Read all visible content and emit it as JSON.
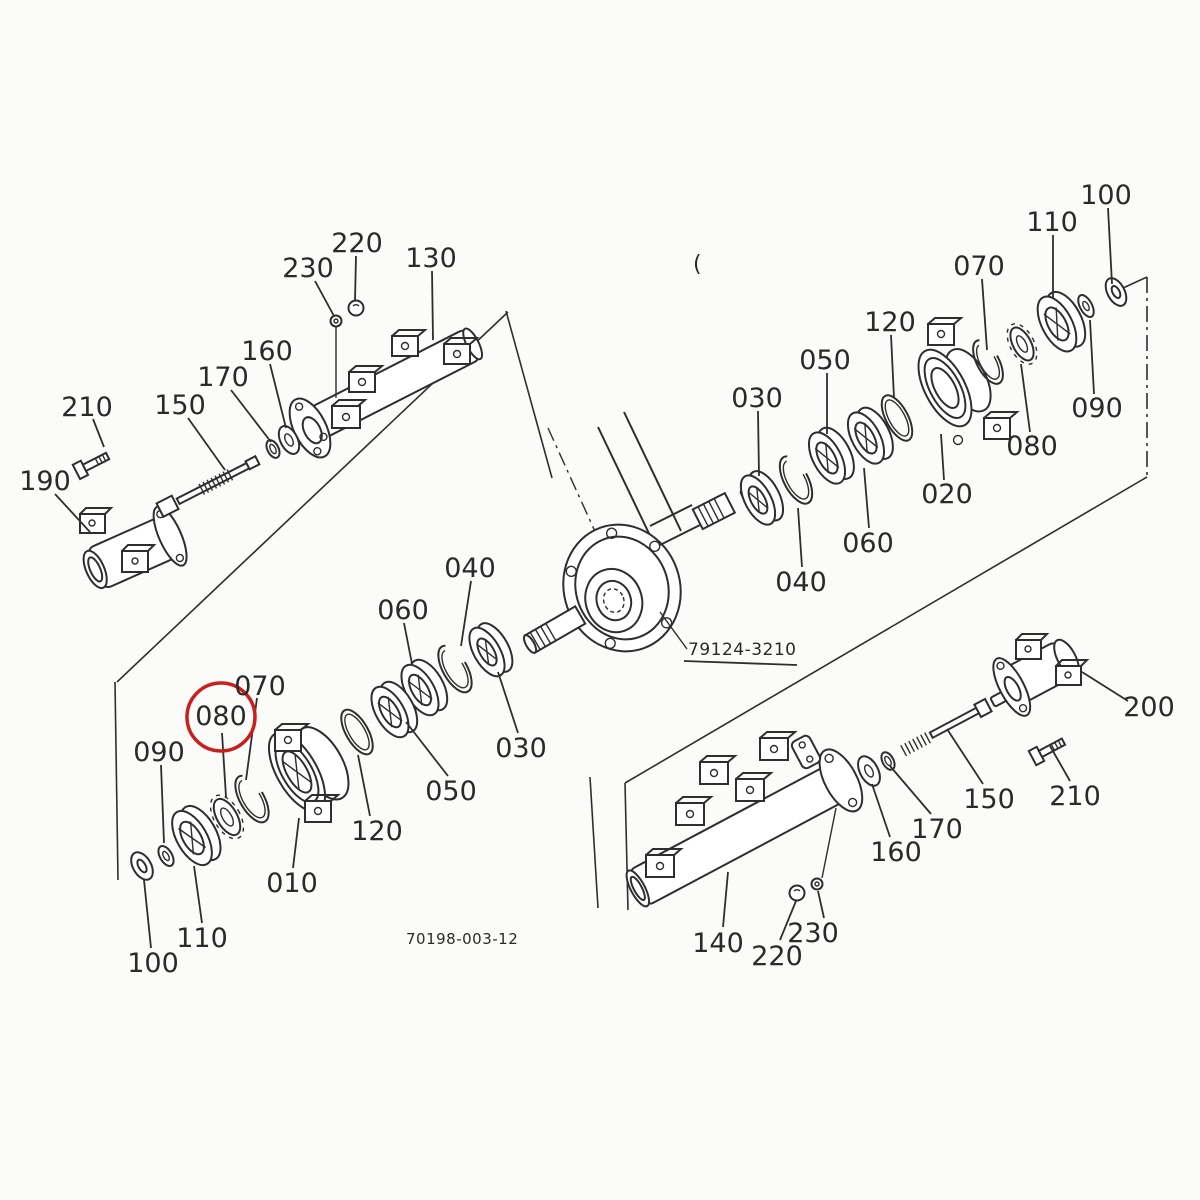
{
  "diagram": {
    "title": "front-axle-exploded-parts-diagram",
    "background": "#fbfbf9",
    "line_color": "#2e2e2e",
    "highlight": {
      "color": "#c9201d",
      "circled_callout": "080"
    },
    "codes": {
      "shaft_assembly": "79124-3210",
      "sheet": "70198-003-12"
    },
    "stray_mark": "(",
    "callouts": [
      {
        "text": "210"
      },
      {
        "text": "190"
      },
      {
        "text": "150"
      },
      {
        "text": "170"
      },
      {
        "text": "160"
      },
      {
        "text": "230"
      },
      {
        "text": "220"
      },
      {
        "text": "130"
      },
      {
        "text": "100"
      },
      {
        "text": "110"
      },
      {
        "text": "070"
      },
      {
        "text": "120"
      },
      {
        "text": "050"
      },
      {
        "text": "030"
      },
      {
        "text": "090"
      },
      {
        "text": "080"
      },
      {
        "text": "020"
      },
      {
        "text": "060"
      },
      {
        "text": "040"
      },
      {
        "text": "040"
      },
      {
        "text": "060"
      },
      {
        "text": "070"
      },
      {
        "text": "080"
      },
      {
        "text": "090"
      },
      {
        "text": "030"
      },
      {
        "text": "050"
      },
      {
        "text": "120"
      },
      {
        "text": "010"
      },
      {
        "text": "110"
      },
      {
        "text": "100"
      },
      {
        "text": "200"
      },
      {
        "text": "210"
      },
      {
        "text": "150"
      },
      {
        "text": "170"
      },
      {
        "text": "160"
      },
      {
        "text": "230"
      },
      {
        "text": "220"
      },
      {
        "text": "140"
      }
    ]
  }
}
